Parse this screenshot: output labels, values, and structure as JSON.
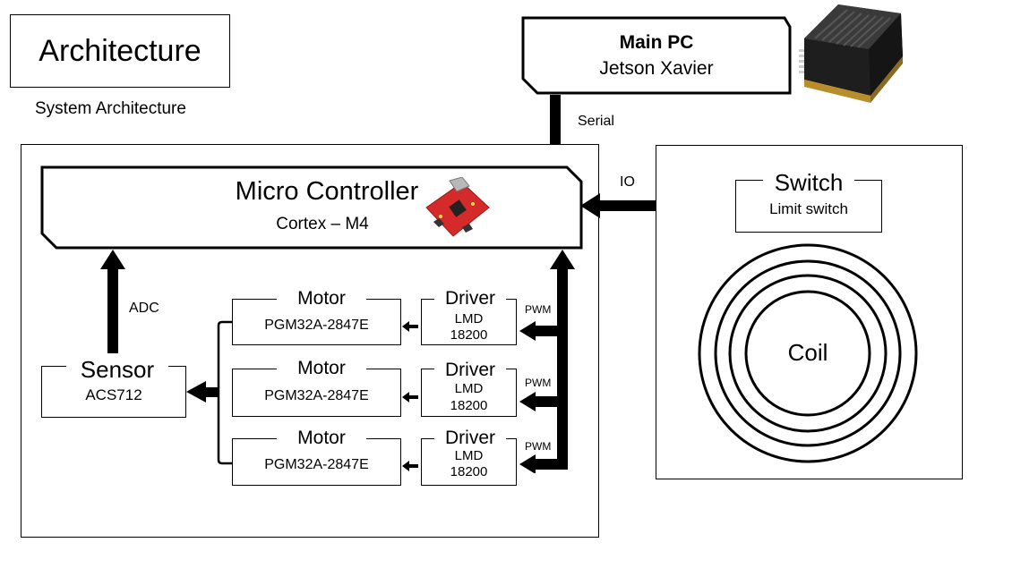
{
  "header": {
    "title": "Architecture",
    "subtitle": "System Architecture"
  },
  "main_pc": {
    "title": "Main PC",
    "model": "Jetson Xavier",
    "link_label": "Serial",
    "image_icon": "jetson-module-icon"
  },
  "mcu": {
    "title": "Micro Controller",
    "core": "Cortex – M4",
    "image_icon": "mcu-board-icon"
  },
  "io_label": "IO",
  "adc_label": "ADC",
  "pwm_label": "PWM",
  "switch": {
    "title": "Switch",
    "type": "Limit switch"
  },
  "coil": {
    "label": "Coil"
  },
  "sensor": {
    "title": "Sensor",
    "model": "ACS712"
  },
  "motors": [
    {
      "title": "Motor",
      "model": "PGM32A-2847E"
    },
    {
      "title": "Motor",
      "model": "PGM32A-2847E"
    },
    {
      "title": "Motor",
      "model": "PGM32A-2847E"
    }
  ],
  "drivers": [
    {
      "title": "Driver",
      "model_line1": "LMD",
      "model_line2": "18200"
    },
    {
      "title": "Driver",
      "model_line1": "LMD",
      "model_line2": "18200"
    },
    {
      "title": "Driver",
      "model_line1": "LMD",
      "model_line2": "18200"
    }
  ],
  "colors": {
    "line": "#000000",
    "board_red": "#d42a2a",
    "module_dark": "#2b2b2b"
  }
}
